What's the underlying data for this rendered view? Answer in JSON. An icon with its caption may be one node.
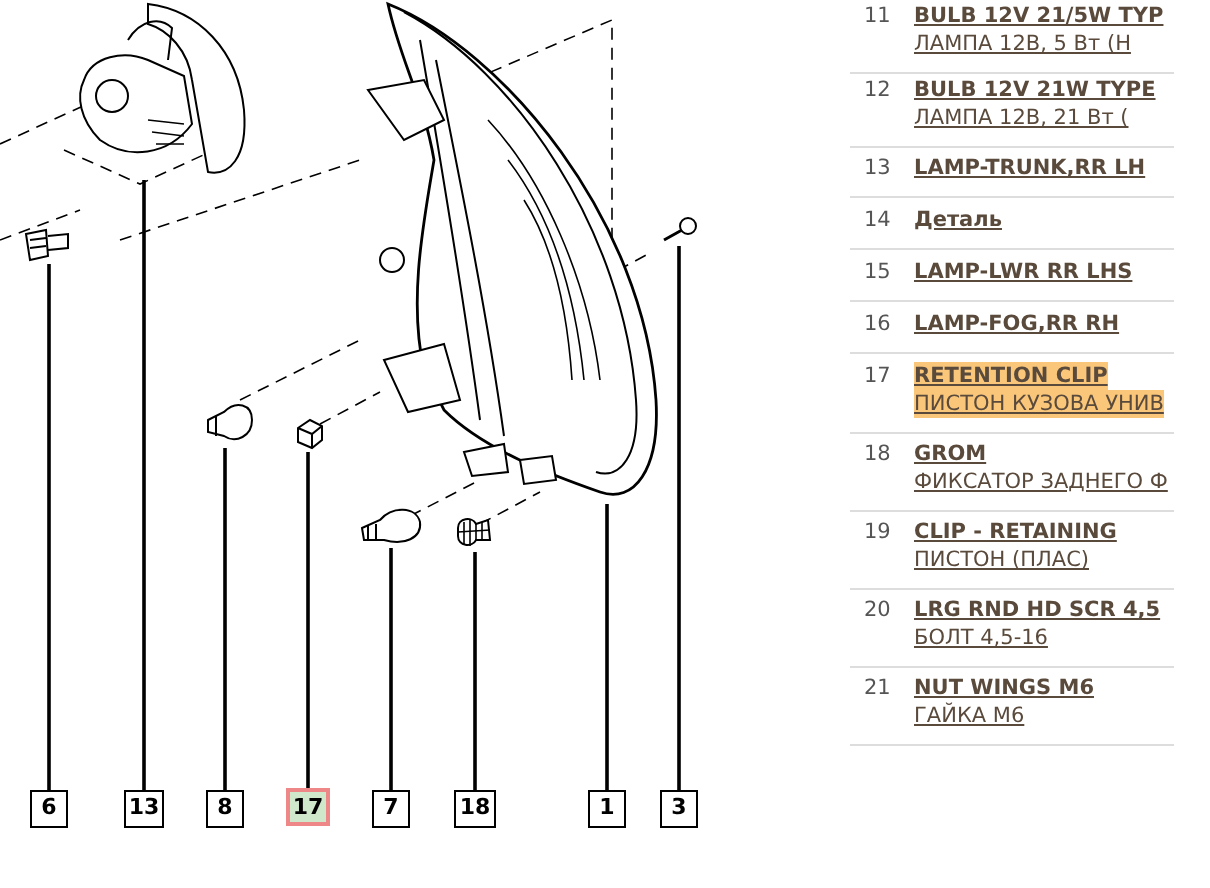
{
  "diagram": {
    "nodes": [
      {
        "text": [
          "6"
        ]
      },
      {
        "text": [
          "13"
        ]
      },
      {
        "text": [
          "8"
        ]
      },
      {
        "text": [
          "17"
        ]
      },
      {
        "text": [
          "7"
        ]
      },
      {
        "text": [
          "18"
        ]
      },
      {
        "text": [
          "1"
        ]
      },
      {
        "text": [
          "3"
        ]
      },
      {
        "text": [],
        "shape": "picture"
      },
      {
        "text": [],
        "shape": "picture"
      },
      {
        "text": [],
        "shape": "picture"
      },
      {
        "text": [],
        "shape": "picture"
      },
      {
        "text": [],
        "shape": "picture"
      },
      {
        "text": [],
        "shape": "picture"
      },
      {
        "text": [],
        "shape": "picture"
      },
      {
        "text": [],
        "shape": "picture"
      }
    ],
    "edges": [
      {
        "from": 0,
        "to": 8,
        "arrow": "none"
      },
      {
        "from": 1,
        "to": 9,
        "arrow": "none"
      },
      {
        "from": 2,
        "to": 10,
        "arrow": "none"
      },
      {
        "from": 3,
        "to": 11,
        "arrow": "none"
      },
      {
        "from": 4,
        "to": 12,
        "arrow": "none"
      },
      {
        "from": 5,
        "to": 13,
        "arrow": "none"
      },
      {
        "from": 6,
        "to": 14,
        "arrow": "none"
      },
      {
        "from": 7,
        "to": 15,
        "arrow": "none"
      }
    ],
    "labels": [
      "11",
      "BULB 12V 21/5W TYP",
      "ЛАМПА 12В, 5 Вт (Н",
      "12",
      "BULB 12V 21W TYPE",
      "ЛАМПА 12В, 21 Вт (",
      "13",
      "LAMP-TRUNK,RR LH",
      "14",
      "Деталь",
      "15",
      "LAMP-LWR RR LHS",
      "16",
      "LAMP-FOG,RR RH",
      "17",
      "RETENTION CLIP",
      "ПИСТОН КУЗОВА УНИВ",
      "18",
      "GROM",
      "ФИКСАТОР ЗАДНЕГО Ф",
      "19",
      "CLIP - RETAINING",
      "ПИСТОН (ПЛАС)",
      "20",
      "LRG RND HD SCR 4,5",
      "БОЛТ 4,5-16",
      "21",
      "NUT WINGS M6",
      "ГАЙКА М6"
    ]
  }
}
